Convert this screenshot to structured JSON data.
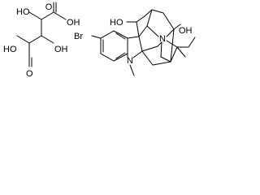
{
  "structure": {
    "tartaric_acid": {
      "labels": {
        "oh_top_left": "HO",
        "oh_top_mid": "OH",
        "o_top_right": "O",
        "o_bottom_left": "O",
        "ho_bottom_left": "HO",
        "oh_bottom_mid": "OH"
      }
    },
    "alkaloid": {
      "labels": {
        "bromo": "Br",
        "ho_upper": "HO",
        "oh_right": "OH",
        "n_bridge": "N",
        "n_methyl": "N"
      }
    }
  }
}
